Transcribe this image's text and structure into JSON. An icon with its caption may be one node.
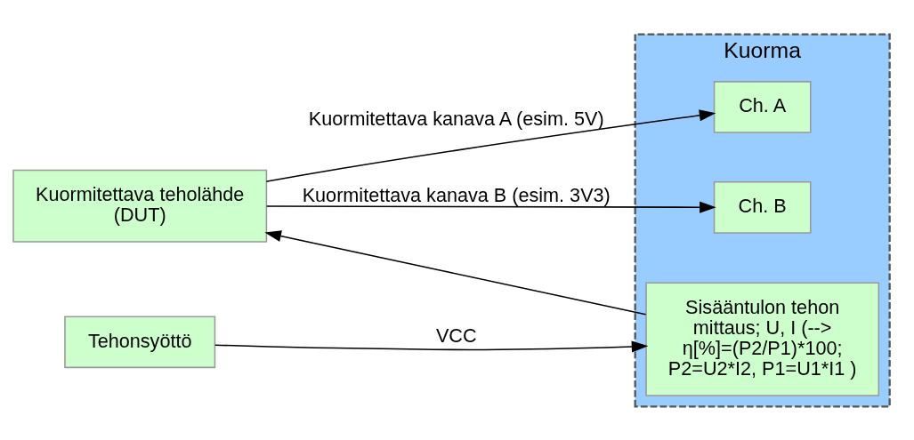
{
  "diagram": {
    "nodes": [
      {
        "text": [
          "Kuorma"
        ]
      },
      {
        "text": [
          "Tehonsyöttö"
        ]
      },
      {
        "text": [
          "Sisääntulon tehon mittaus; U, I (--> η[%]=(P2/P1)*100; P2=U2*I2, P1=U1*I1 )"
        ],
        "in": 0
      },
      {
        "text": [
          "Ch. A"
        ],
        "in": 0
      },
      {
        "text": [
          "Ch. B"
        ],
        "in": 0
      },
      {
        "text": [
          "Kuormitettava teholähde (DUT)"
        ]
      }
    ],
    "edges": [
      {
        "from": 1,
        "to": 2,
        "arrow": "to",
        "label": "VCC"
      },
      {
        "from": 2,
        "to": 5,
        "arrow": "to"
      },
      {
        "from": 5,
        "to": 3,
        "arrow": "to",
        "label": "Kuormitettava kanava A (esim. 5V)"
      },
      {
        "from": 5,
        "to": 4,
        "arrow": "to",
        "label": "Kuormitettava kanava B (esim. 3V3)"
      }
    ]
  }
}
